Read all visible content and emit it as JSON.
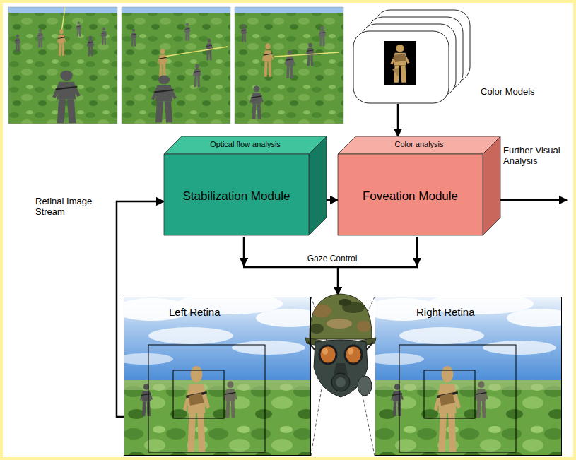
{
  "diagram": {
    "nodes": [
      {
        "text": [
          "Color Models"
        ]
      },
      {
        "text": [
          "Optical flow analysis",
          "Stabilization Module"
        ]
      },
      {
        "text": [
          "Color analysis",
          "Foveation Module"
        ]
      },
      {
        "text": [
          "Left Retina"
        ]
      },
      {
        "text": [
          "Right Retina"
        ]
      }
    ],
    "edges": [
      {
        "from": 0,
        "to": 2,
        "arrow": "to"
      },
      {
        "from": 1,
        "to": 2,
        "arrow": "to"
      },
      {
        "from": 3,
        "to": 1,
        "arrow": "to"
      }
    ],
    "labels": [
      "Retinal Image Stream",
      "Further Visual Analysis",
      "Gaze Control"
    ]
  }
}
